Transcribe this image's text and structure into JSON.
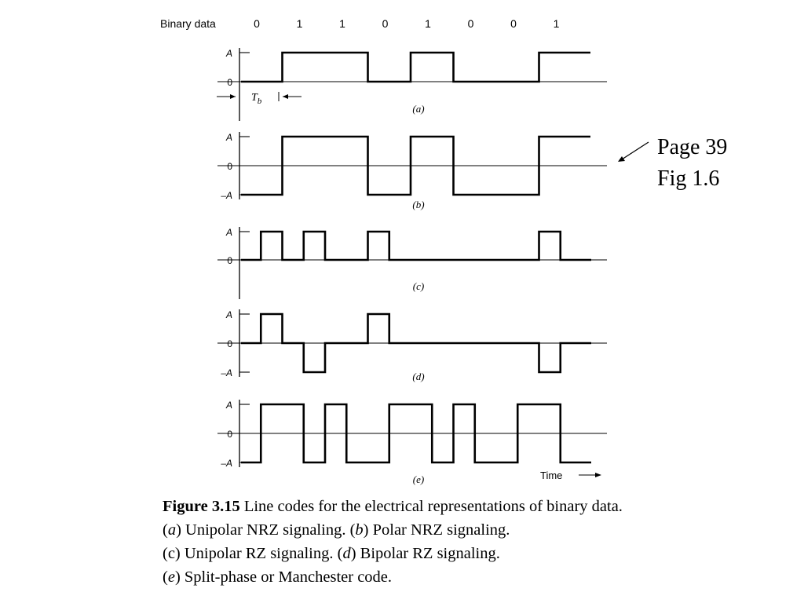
{
  "figure": {
    "binary_label": "Binary data",
    "bits": [
      "0",
      "1",
      "1",
      "0",
      "1",
      "0",
      "0",
      "1"
    ],
    "tb_label": "T",
    "tb_sub": "b",
    "time_label": "Time",
    "panels": [
      {
        "id": "a",
        "label": "(a)",
        "levels": [
          "A",
          "0"
        ],
        "waveform": [
          0,
          1,
          1,
          0,
          1,
          0,
          0,
          1
        ]
      },
      {
        "id": "b",
        "label": "(b)",
        "levels": [
          "A",
          "0",
          "–A"
        ],
        "waveform": [
          -1,
          1,
          1,
          -1,
          1,
          -1,
          -1,
          1
        ]
      },
      {
        "id": "c",
        "label": "(c)",
        "levels": [
          "A",
          "0"
        ],
        "waveform": [
          0,
          1,
          0,
          1,
          0,
          0,
          1,
          0,
          0,
          0,
          0,
          0,
          0,
          0,
          1,
          0
        ]
      },
      {
        "id": "d",
        "label": "(d)",
        "levels": [
          "A",
          "0",
          "–A"
        ],
        "waveform": [
          0,
          1,
          0,
          -1,
          0,
          0,
          1,
          0,
          0,
          0,
          0,
          0,
          0,
          0,
          -1,
          0
        ]
      },
      {
        "id": "e",
        "label": "(e)",
        "levels": [
          "A",
          "0",
          "–A"
        ],
        "waveform": [
          -1,
          1,
          1,
          -1,
          1,
          -1,
          -1,
          1,
          1,
          -1,
          1,
          -1,
          -1,
          1,
          1,
          -1
        ]
      }
    ]
  },
  "note": {
    "line1": "Page 39",
    "line2": "Fig 1.6"
  },
  "caption": {
    "line1_bold": "Figure 3.15",
    "line1_rest": " Line codes for the electrical representations of binary data.",
    "line2": [
      {
        "t": "(",
        "i": false
      },
      {
        "t": "a",
        "i": true
      },
      {
        "t": ") Unipolar NRZ signaling. (",
        "i": false
      },
      {
        "t": "b",
        "i": true
      },
      {
        "t": ") Polar NRZ signaling.",
        "i": false
      }
    ],
    "line3": [
      {
        "t": "(c) Unipolar RZ signaling. (",
        "i": false
      },
      {
        "t": "d",
        "i": true
      },
      {
        "t": ") Bipolar RZ signaling.",
        "i": false
      }
    ],
    "line4": [
      {
        "t": "(",
        "i": false
      },
      {
        "t": "e",
        "i": true
      },
      {
        "t": ") Split-phase or Manchester code.",
        "i": false
      }
    ]
  }
}
